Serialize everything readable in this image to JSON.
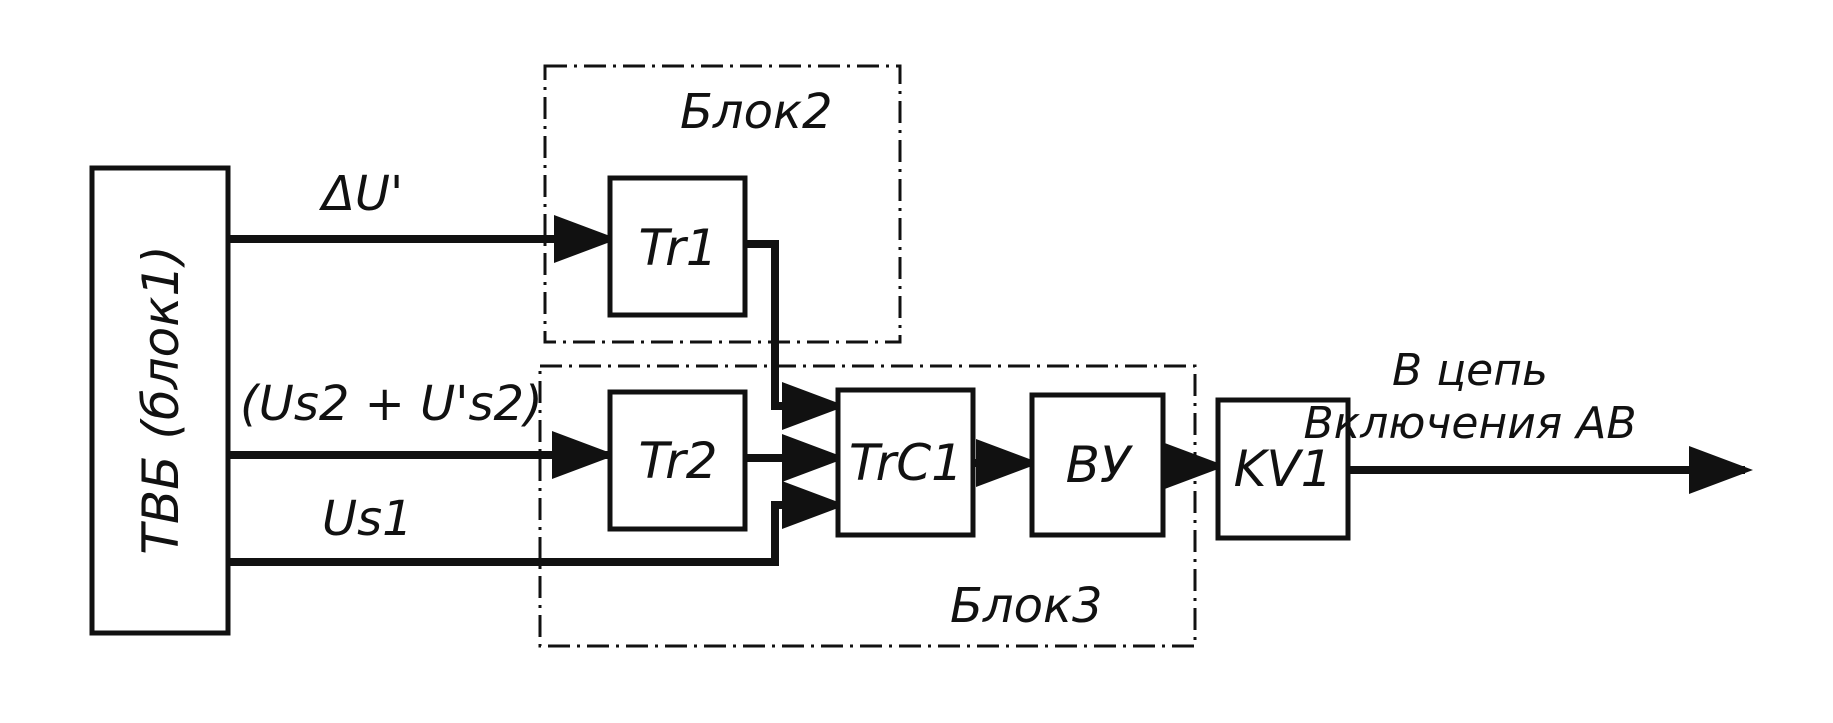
{
  "blocks": {
    "tvb": "ТВБ (блок1)",
    "tr1": "Tr1",
    "tr2": "Tr2",
    "trc1": "TrC1",
    "vu": "ВУ",
    "kv1": "KV1"
  },
  "groups": {
    "block2": "Блок2",
    "block3": "Блок3"
  },
  "signals": {
    "delta_u": "ΔU'",
    "us2_sum": "(Us2 + U's2)",
    "us1": "Us1"
  },
  "output": {
    "line1": "В цепь",
    "line2": "Включения АВ"
  }
}
